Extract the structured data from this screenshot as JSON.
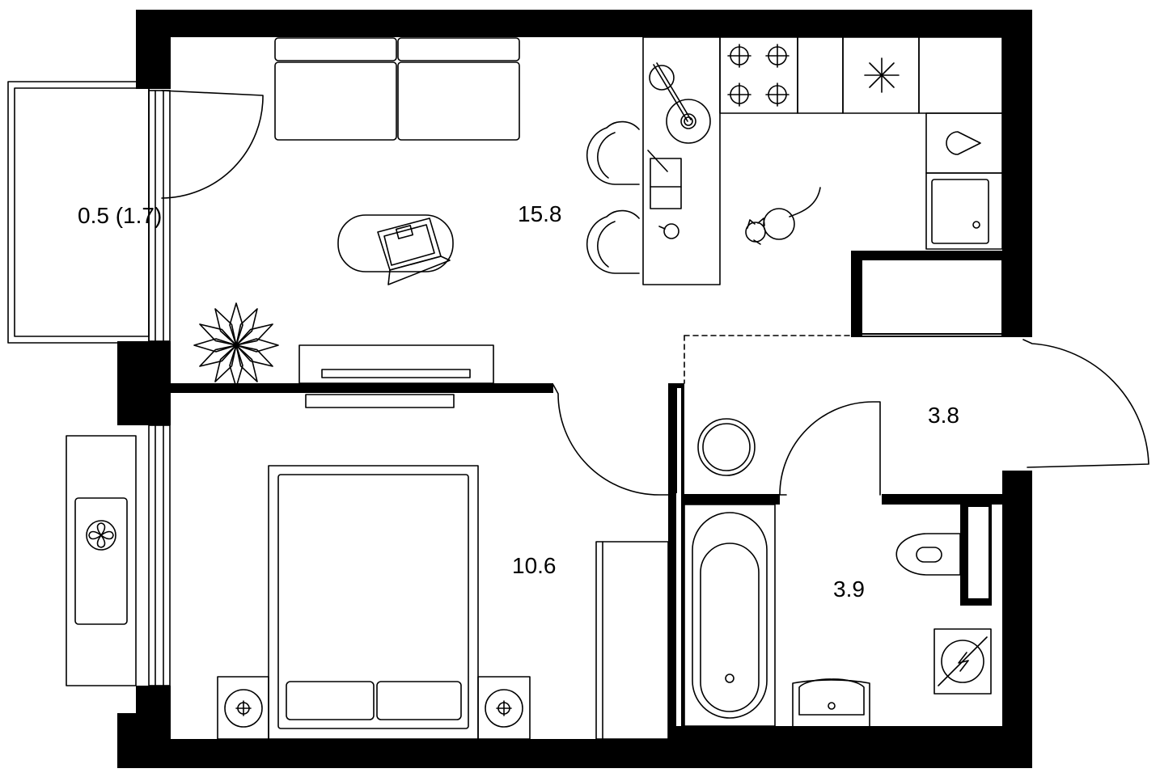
{
  "plan": {
    "rooms": [
      {
        "id": "living-kitchen",
        "area": "15.8"
      },
      {
        "id": "bedroom",
        "area": "10.6"
      },
      {
        "id": "hallway",
        "area": "3.8"
      },
      {
        "id": "bathroom",
        "area": "3.9"
      },
      {
        "id": "balcony",
        "area": "0.5 (1.7)"
      }
    ],
    "colors": {
      "wall": "#000000",
      "background": "#ffffff",
      "line": "#000000"
    },
    "icons": [
      "sofa-icon",
      "laptop-icon",
      "plant-icon",
      "tv-icon",
      "hob-icon",
      "fridge-icon",
      "sink-icon",
      "dishwasher-icon",
      "cat-icon",
      "bed-icon",
      "bedside-lamp-icon",
      "air-conditioner-icon",
      "bathtub-icon",
      "toilet-icon",
      "washbasin-icon",
      "washing-machine-icon",
      "round-table-icon"
    ]
  }
}
